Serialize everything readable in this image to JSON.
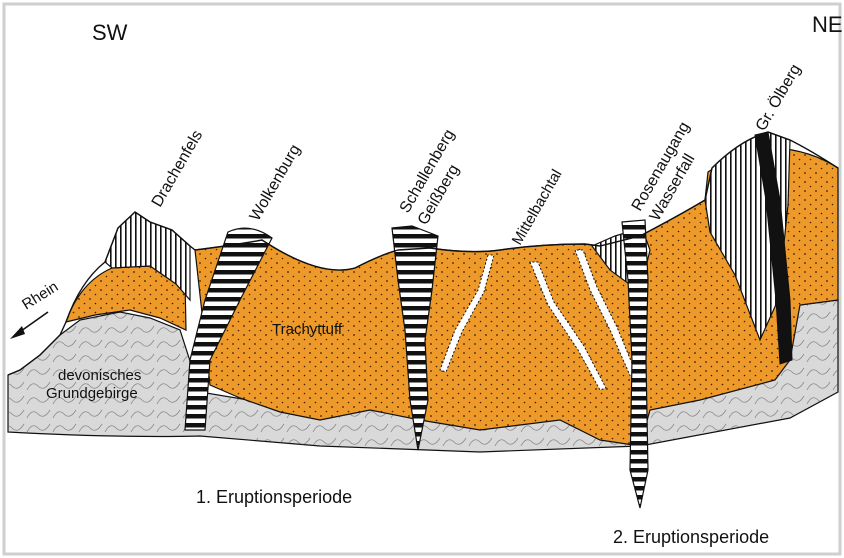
{
  "diagram": {
    "direction_left": "SW",
    "direction_right": "NE",
    "river_label": "Rhein",
    "peaks": [
      {
        "name": "Drachenfels"
      },
      {
        "name": "Wolkenburg"
      },
      {
        "name": "Schallenberg"
      },
      {
        "name": "Geißberg"
      },
      {
        "name": "Mittelbachtal"
      },
      {
        "name": "Rosenaugang"
      },
      {
        "name": "Wasserfall"
      },
      {
        "name": "Gr. Ölberg"
      }
    ],
    "layers": {
      "tuff_label": "Trachyttuff",
      "basement_label_1": "devonisches",
      "basement_label_2": "Grundgebirge"
    },
    "periods": [
      "1. Eruptionsperiode",
      "2. Eruptionsperiode"
    ],
    "colors": {
      "tuff": "#ee9a2a",
      "basement": "#d9d9d9",
      "outline": "#111111",
      "paper": "#ffffff"
    }
  }
}
